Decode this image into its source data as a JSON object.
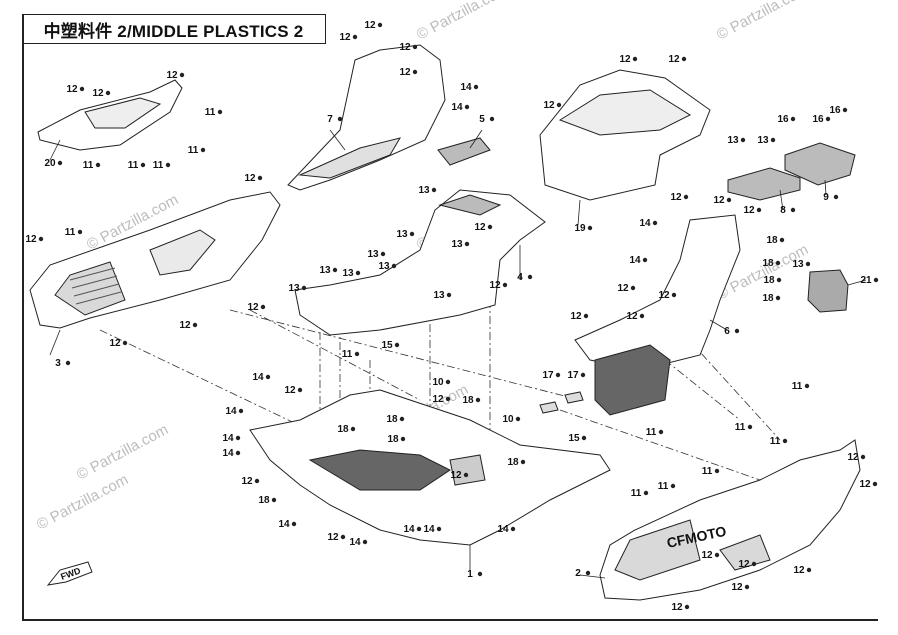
{
  "title": "中塑料件 2/MIDDLE PLASTICS 2",
  "watermark": "© Partzilla.com",
  "fwd_label": "FWD",
  "logo_text": "CFMOTO",
  "colors": {
    "line": "#222222",
    "fill": "#ffffff",
    "shade": "#d9d9d9",
    "dark": "#9a9a9a",
    "watermark": "#bdbdbd"
  },
  "callouts": [
    {
      "id": "c1",
      "text": "1"
    },
    {
      "id": "c2",
      "text": "2"
    },
    {
      "id": "c3",
      "text": "3"
    },
    {
      "id": "c4",
      "text": "4"
    },
    {
      "id": "c5",
      "text": "5"
    },
    {
      "id": "c6",
      "text": "6"
    },
    {
      "id": "c7",
      "text": "7"
    },
    {
      "id": "c8",
      "text": "8"
    },
    {
      "id": "c9",
      "text": "9"
    },
    {
      "id": "c10a",
      "text": "10"
    },
    {
      "id": "c10b",
      "text": "10"
    },
    {
      "id": "c11",
      "text": "11"
    },
    {
      "id": "c12",
      "text": "12"
    },
    {
      "id": "c13",
      "text": "13"
    },
    {
      "id": "c14",
      "text": "14"
    },
    {
      "id": "c15",
      "text": "15"
    },
    {
      "id": "c16",
      "text": "16"
    },
    {
      "id": "c17",
      "text": "17"
    },
    {
      "id": "c18",
      "text": "18"
    },
    {
      "id": "c19",
      "text": "19"
    },
    {
      "id": "c20",
      "text": "20"
    },
    {
      "id": "c21",
      "text": "21"
    }
  ]
}
